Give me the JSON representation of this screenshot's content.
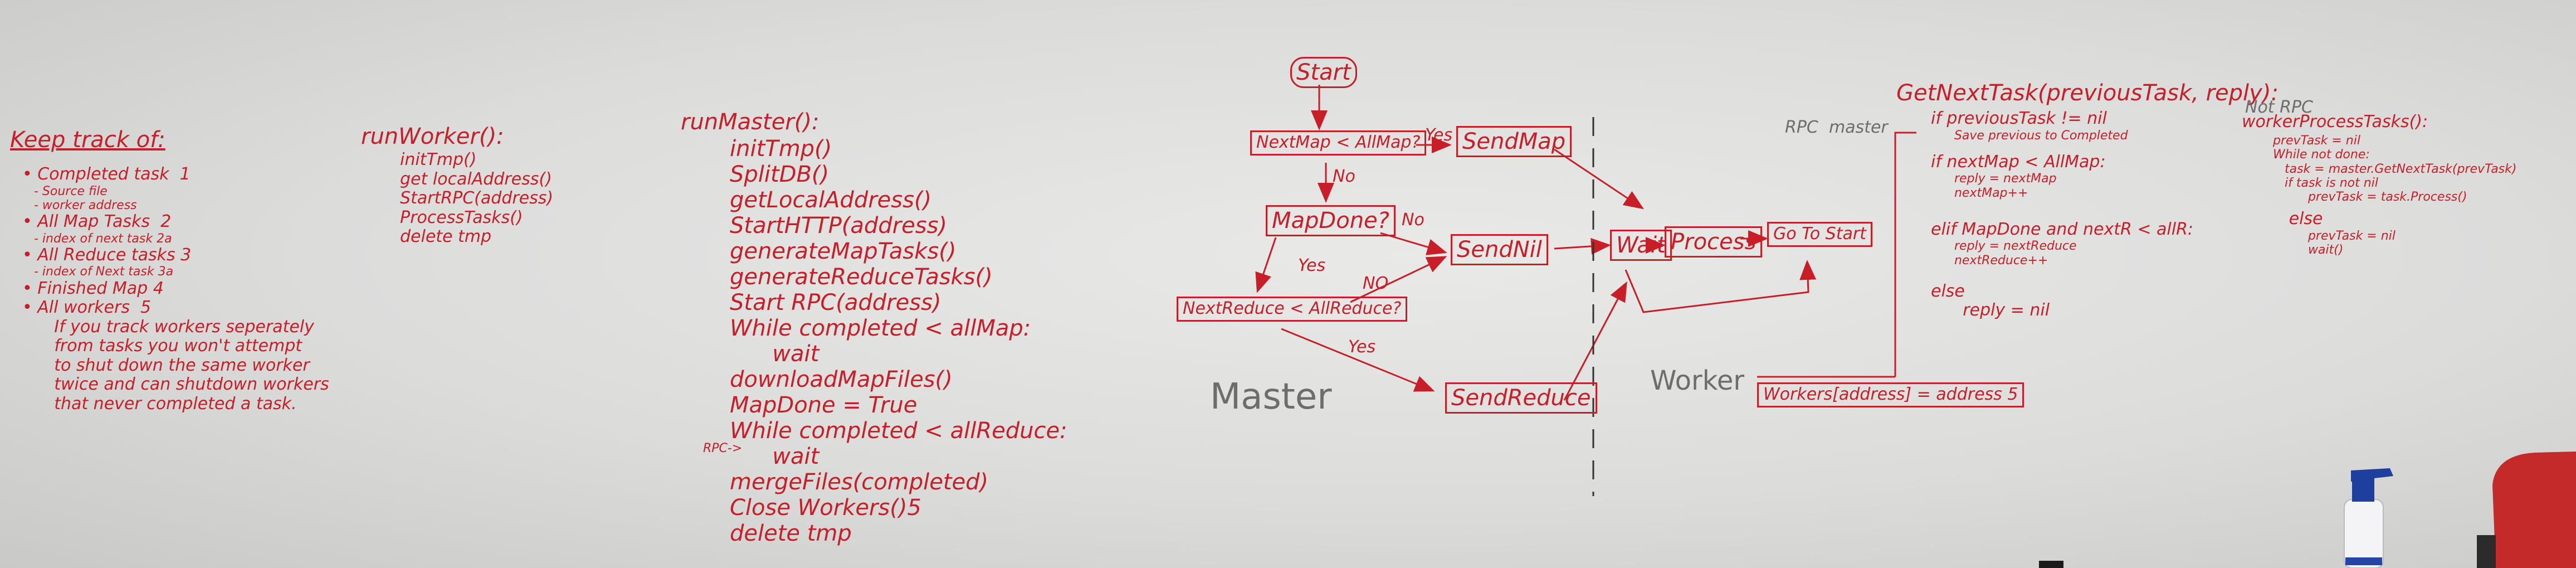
{
  "col1": {
    "heading": "Keep track of:",
    "lines": [
      "• Completed task  1",
      "   - Source file",
      "   - worker address",
      "• All Map Tasks  2",
      "   - index of next task 2a",
      "• All Reduce tasks 3",
      "   - index of Next task 3a",
      "• Finished Map 4",
      "• All workers  5",
      "      If you track workers seperately",
      "      from tasks you won't attempt",
      "      to shut down the same worker",
      "      twice and can shutdown workers",
      "      that never completed a task."
    ]
  },
  "col2": {
    "heading": "runWorker():",
    "lines": [
      "initTmp()",
      "get localAddress()",
      "StartRPC(address)",
      "ProcessTasks()",
      "delete tmp"
    ]
  },
  "col3": {
    "heading": "runMaster():",
    "lines": [
      "initTmp()",
      "SplitDB()",
      "getLocalAddress()",
      "StartHTTP(address)",
      "generateMapTasks()",
      "generateReduceTasks()",
      "Start RPC(address)",
      "While completed < allMap:",
      "      wait",
      "downloadMapFiles()",
      "MapDone = True",
      "While completed < allReduce:",
      "      wait",
      "mergeFiles(completed)",
      "Close Workers()5",
      "delete tmp"
    ],
    "rpc_tag": "RPC->"
  },
  "flow": {
    "start": "Start",
    "next_map": "NextMap < AllMap?",
    "send_map": "SendMap",
    "map_done": "MapDone?",
    "send_nil": "SendNil",
    "next_reduce": "NextReduce < AllReduce?",
    "send_reduce": "SendReduce",
    "wait": "Wait",
    "process": "Process",
    "go_to_start": "Go To Start",
    "workers_box": "Workers[address] = address 5",
    "label_yes_1": "Yes",
    "label_no_1": "No",
    "label_yes_2": "Yes",
    "label_no_2": "No",
    "label_no_3": "NO",
    "label_yes_3": "Yes",
    "master_label": "Master",
    "worker_label": "Worker"
  },
  "col5": {
    "rpc_master": "RPC  master",
    "signature": "GetNextTask(previousTask, reply):",
    "lines": [
      "if previousTask != nil",
      "      Save previous to Completed",
      "if nextMap < AllMap:",
      "      reply = nextMap",
      "      nextMap++",
      "elif MapDone and nextR < allR:",
      "      reply = nextReduce",
      "      nextReduce++",
      "else",
      "      reply = nil"
    ]
  },
  "col6": {
    "note": "Not RPC",
    "heading": "workerProcessTasks():",
    "lines": [
      "prevTask = nil",
      "While not done:",
      "   task = master.GetNextTask(prevTask)",
      "   if task is not nil",
      "         prevTask = task.Process()",
      "   else",
      "         prevTask = nil",
      "         wait()"
    ]
  },
  "colors": {
    "ink": "#c81e28",
    "board": "#e2e2e1",
    "pencil": "#6d6d6d"
  }
}
